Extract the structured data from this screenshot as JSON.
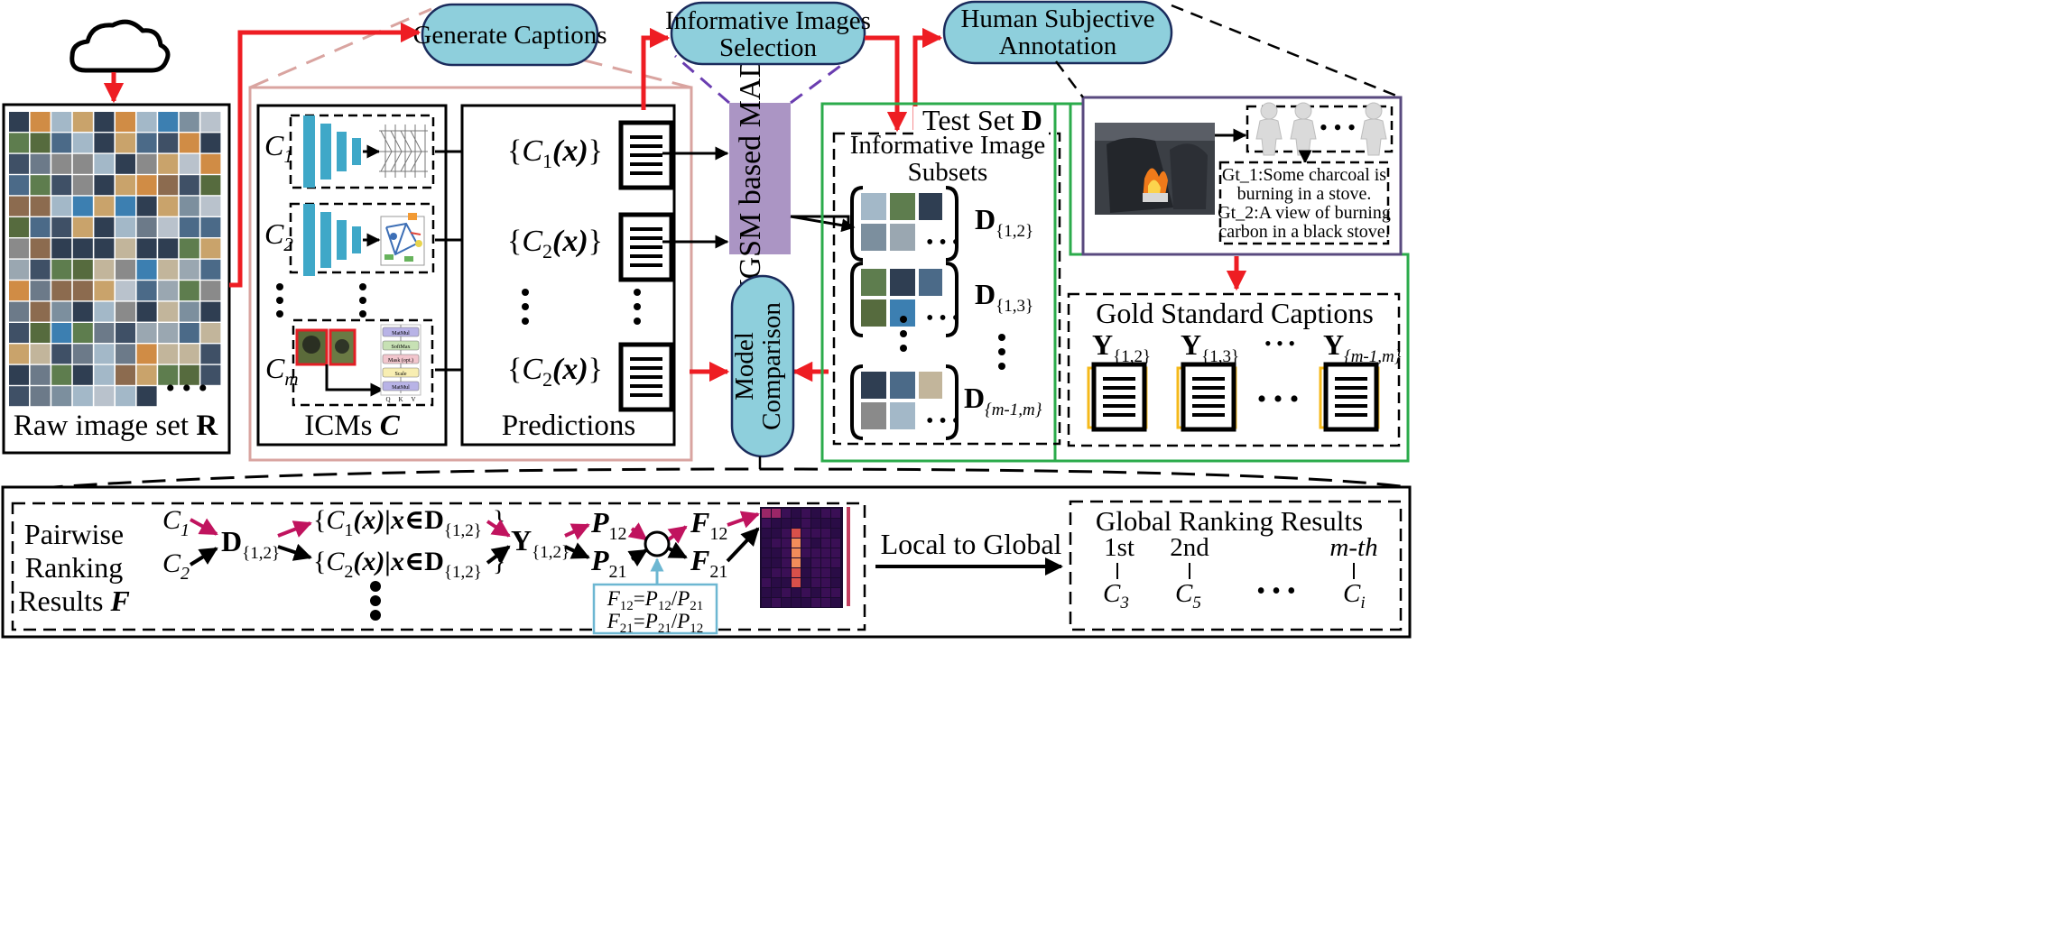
{
  "nodes": {
    "generate_captions": "Generate Captions",
    "informative_line1": "Informative Images",
    "informative_line2": "Selection",
    "human_line1": "Human Subjective",
    "human_line2": "Annotation",
    "ngsm": "NGSM based MAD",
    "model_comparison_line1": "Model",
    "model_comparison_line2": "Comparison"
  },
  "raw_image_set": {
    "label": "Raw image set ",
    "symbol": "R",
    "dots": "• • •"
  },
  "icms": {
    "label": "ICMs ",
    "symbol": "C",
    "models": [
      {
        "base": "C",
        "sub": "1"
      },
      {
        "base": "C",
        "sub": "2"
      },
      {
        "base": "C",
        "sub": "m"
      }
    ],
    "attention_blocks": [
      "MatMul",
      "SoftMax",
      "Mask (opt.)",
      "Scale",
      "MatMul"
    ],
    "attention_inputs": [
      "Q",
      "K",
      "V"
    ]
  },
  "predictions": {
    "label": "Predictions",
    "items": [
      {
        "open": "{",
        "base": "C",
        "sub": "1",
        "arg": "(x)",
        "close": "}"
      },
      {
        "open": "{",
        "base": "C",
        "sub": "2",
        "arg": "(x)",
        "close": "}"
      },
      {
        "open": "{",
        "base": "C",
        "sub": "2",
        "arg": "(x)",
        "close": "}"
      }
    ]
  },
  "test_set": {
    "title": "Test Set ",
    "symbol": "D",
    "subsets_line1": "Informative Image",
    "subsets_line2": "Subsets",
    "subsets": [
      {
        "base": "D",
        "sub": "{1,2}"
      },
      {
        "base": "D",
        "sub": "{1,3}"
      },
      {
        "base": "D",
        "sub": "{m-1,m}"
      }
    ]
  },
  "annotation": {
    "dots": "• • •",
    "gt_lines": [
      "Gt_1:Some charcoal is",
      "burning in a stove.",
      "Gt_2:A view of burning",
      "carbon in a black stove."
    ]
  },
  "gold": {
    "title": "Gold Standard Captions",
    "items": [
      {
        "base": "Y",
        "sub": "{1,2}"
      },
      {
        "base": "Y",
        "sub": "{1,3}"
      },
      {
        "base": "Y",
        "sub": "{m-1,m}"
      }
    ],
    "dots": "• • •"
  },
  "pairwise": {
    "label_line1": "Pairwise",
    "label_line2": "Ranking",
    "label_line3": "Results ",
    "symbol": "F",
    "c1": {
      "base": "C",
      "sub": "1"
    },
    "c2": {
      "base": "C",
      "sub": "2"
    },
    "d": {
      "base": "D",
      "sub": "{1,2}"
    },
    "set1": {
      "open": "{",
      "base": "C",
      "sub": "1",
      "arg": "(x)|x∈",
      "dbase": "D",
      "dsub": "{1,2}",
      "close": "}"
    },
    "set2": {
      "open": "{",
      "base": "C",
      "sub": "2",
      "arg": "(x)|x∈",
      "dbase": "D",
      "dsub": "{1,2}",
      "close": "}"
    },
    "y": {
      "base": "Y",
      "sub": "{1,2}"
    },
    "p12": {
      "base": "P",
      "sub": "12"
    },
    "p21": {
      "base": "P",
      "sub": "21"
    },
    "f12": {
      "base": "F",
      "sub": "12"
    },
    "f21": {
      "base": "F",
      "sub": "21"
    },
    "formula1": {
      "a": "F",
      "as": "12",
      "eq": "=",
      "b": "P",
      "bs": "12",
      "div": "/",
      "c": "P",
      "cs": "21"
    },
    "formula2": {
      "a": "F",
      "as": "21",
      "eq": "=",
      "b": "P",
      "bs": "21",
      "div": "/",
      "c": "P",
      "cs": "12"
    }
  },
  "local_to_global": "Local to Global",
  "global": {
    "title": "Global Ranking Results",
    "ranks": [
      {
        "rank": "1st",
        "base": "C",
        "sub": "3"
      },
      {
        "rank": "2nd",
        "base": "C",
        "sub": "5"
      },
      {
        "rank": "m-th",
        "base": "C",
        "sub": "i"
      }
    ],
    "dots": "• • •"
  },
  "colors": {
    "red_arrow": "#ee1d23",
    "magenta_arrow": "#c0135e",
    "pill_fill": "#8ecfdc",
    "ngsm_fill": "#ab95c4",
    "salmon_box": "#d9a4a0",
    "green_box": "#2bab4b",
    "purple_box": "#594a7f",
    "gold_frame": "#f5b91b",
    "network_blue": "#3fa8c8",
    "formula_border": "#6db7d2"
  }
}
